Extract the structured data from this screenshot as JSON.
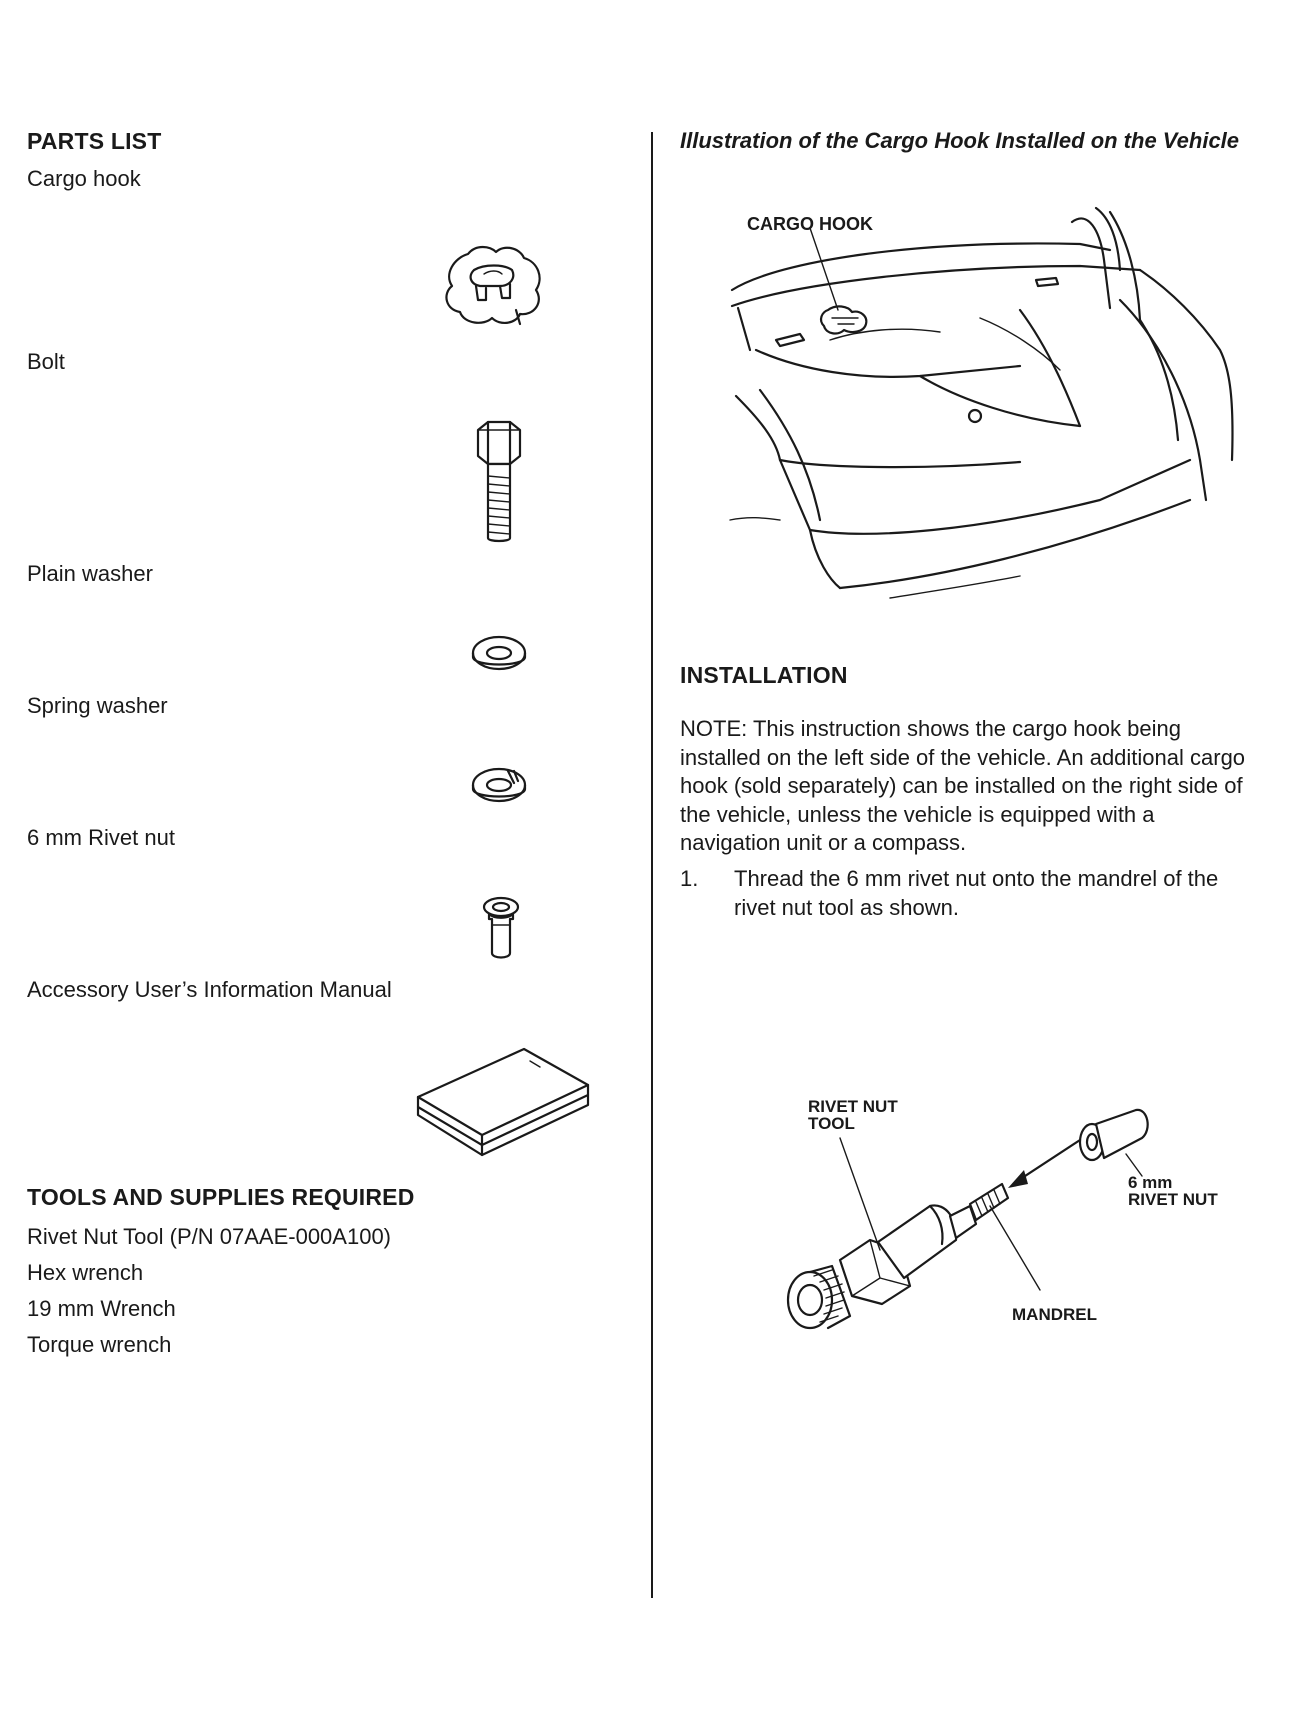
{
  "parts_list": {
    "heading": "PARTS LIST",
    "items": [
      {
        "label": "Cargo hook",
        "icon": "cargo-hook-icon"
      },
      {
        "label": "Bolt",
        "icon": "bolt-icon"
      },
      {
        "label": "Plain washer",
        "icon": "plain-washer-icon"
      },
      {
        "label": "Spring washer",
        "icon": "spring-washer-icon"
      },
      {
        "label": "6 mm Rivet nut",
        "icon": "rivet-nut-icon"
      },
      {
        "label": "Accessory User’s Information Manual",
        "icon": "manual-icon"
      }
    ]
  },
  "tools": {
    "heading": "TOOLS AND SUPPLIES REQUIRED",
    "items": [
      "Rivet Nut Tool (P/N 07AAE-000A100)",
      "Hex wrench",
      "19 mm Wrench",
      "Torque wrench"
    ]
  },
  "illustration": {
    "title": "Illustration of the Cargo Hook Installed on the Vehicle",
    "callout": "CARGO HOOK"
  },
  "installation": {
    "heading": "INSTALLATION",
    "note_lines": [
      "NOTE: This instruction shows the cargo hook being",
      "installed on the left side of the vehicle. An additional cargo",
      "hook (sold separately) can be installed on the right side of",
      "the vehicle, unless the vehicle is equipped with a",
      "navigation unit or a compass."
    ],
    "steps": [
      {
        "num": "1.",
        "lines": [
          "Thread the 6 mm rivet nut onto the mandrel of the",
          "rivet nut tool as shown."
        ]
      }
    ]
  },
  "rivet_diagram": {
    "tool_label_1": "RIVET NUT",
    "tool_label_2": "TOOL",
    "nut_label_1": "6 mm",
    "nut_label_2": "RIVET NUT",
    "mandrel_label": "MANDREL"
  }
}
